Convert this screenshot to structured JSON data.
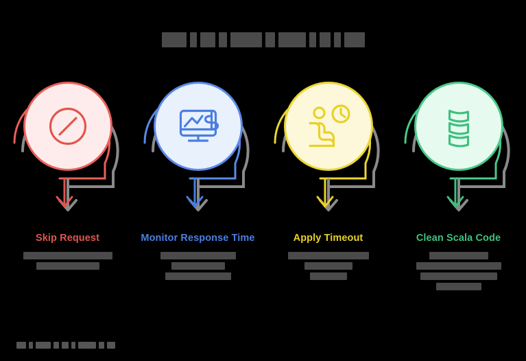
{
  "page": {
    "background_color": "#000000",
    "title": {
      "text_redacted": true,
      "redaction_color": "#4a4a4a",
      "segment_widths": [
        36,
        10,
        22,
        12,
        46,
        14,
        40,
        10,
        16,
        10,
        30
      ]
    },
    "footer_note": {
      "text_redacted": true,
      "redaction_color": "#555555",
      "segment_widths": [
        14,
        6,
        22,
        8,
        10,
        6,
        26,
        8,
        12
      ]
    }
  },
  "steps": [
    {
      "label": "Skip Request",
      "color": "#e0564e",
      "ring_color": "#e8615a",
      "fill_color": "#fdeceb",
      "arc_color": "#8a8a8a",
      "arrow_color": "#e0564e",
      "icon": "prohibition-icon",
      "subtitle_redacted": true,
      "subtitle_line_widths": [
        130,
        92
      ]
    },
    {
      "label": "Monitor Response Time",
      "color": "#4a7fe0",
      "ring_color": "#5b8ae8",
      "fill_color": "#e9f1fd",
      "arc_color": "#8a8a8a",
      "arrow_color": "#4a7fe0",
      "icon": "monitor-chart-dollar-icon",
      "subtitle_redacted": true,
      "subtitle_line_widths": [
        110,
        78,
        96
      ]
    },
    {
      "label": "Apply Timeout",
      "color": "#e8d129",
      "ring_color": "#ebd633",
      "fill_color": "#fdf8d9",
      "arc_color": "#8a8a8a",
      "arrow_color": "#e8d129",
      "icon": "person-waiting-clock-icon",
      "subtitle_redacted": true,
      "subtitle_line_widths": [
        118,
        70,
        54
      ]
    },
    {
      "label": "Clean Scala Code",
      "color": "#3fc07f",
      "ring_color": "#4ac98a",
      "fill_color": "#e6faf0",
      "arc_color": "#8a8a8a",
      "arrow_color": "#3fc07f",
      "icon": "scala-logo-icon",
      "subtitle_redacted": true,
      "subtitle_line_widths": [
        86,
        124,
        112,
        66
      ]
    }
  ]
}
